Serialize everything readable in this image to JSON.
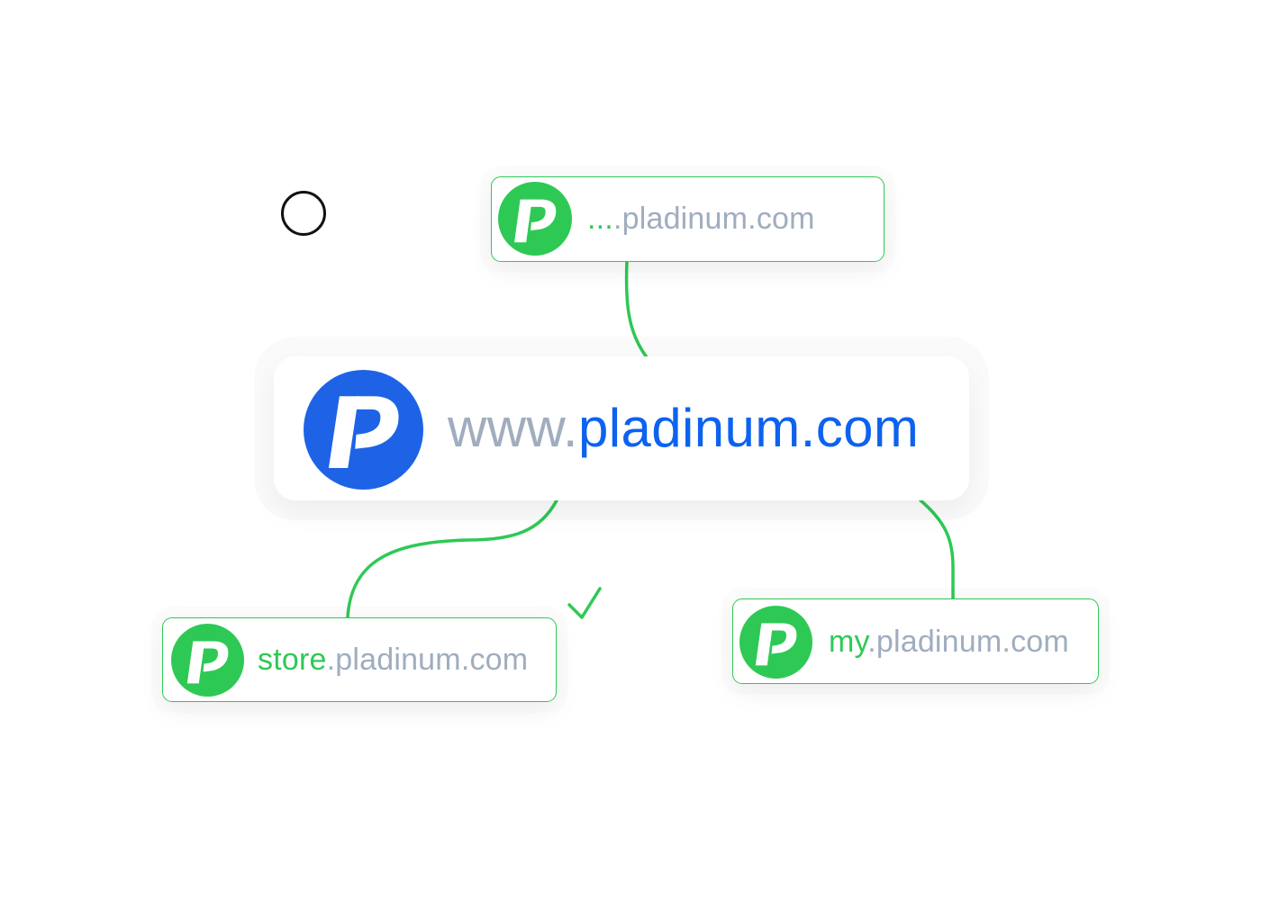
{
  "colors": {
    "green": "#2ec955",
    "blue_logo": "#1e63e6",
    "blue_text": "#0d62f0",
    "gray_text": "#a0adbf",
    "cursor": "#111111",
    "background": "#ffffff"
  },
  "main_node": {
    "logo_icon": "pladinum-p-logo",
    "prefix": "www.",
    "domain": "pladinum.com"
  },
  "nodes": [
    {
      "id": "wildcard",
      "logo_icon": "pladinum-p-logo",
      "prefix": "...",
      "domain": ".pladinum.com"
    },
    {
      "id": "store",
      "logo_icon": "pladinum-p-logo",
      "prefix": "store",
      "domain": ".pladinum.com"
    },
    {
      "id": "my",
      "logo_icon": "pladinum-p-logo",
      "prefix": "my",
      "domain": ".pladinum.com"
    }
  ],
  "decorations": {
    "cursor": "circle-cursor",
    "checkmark": "check-icon"
  }
}
